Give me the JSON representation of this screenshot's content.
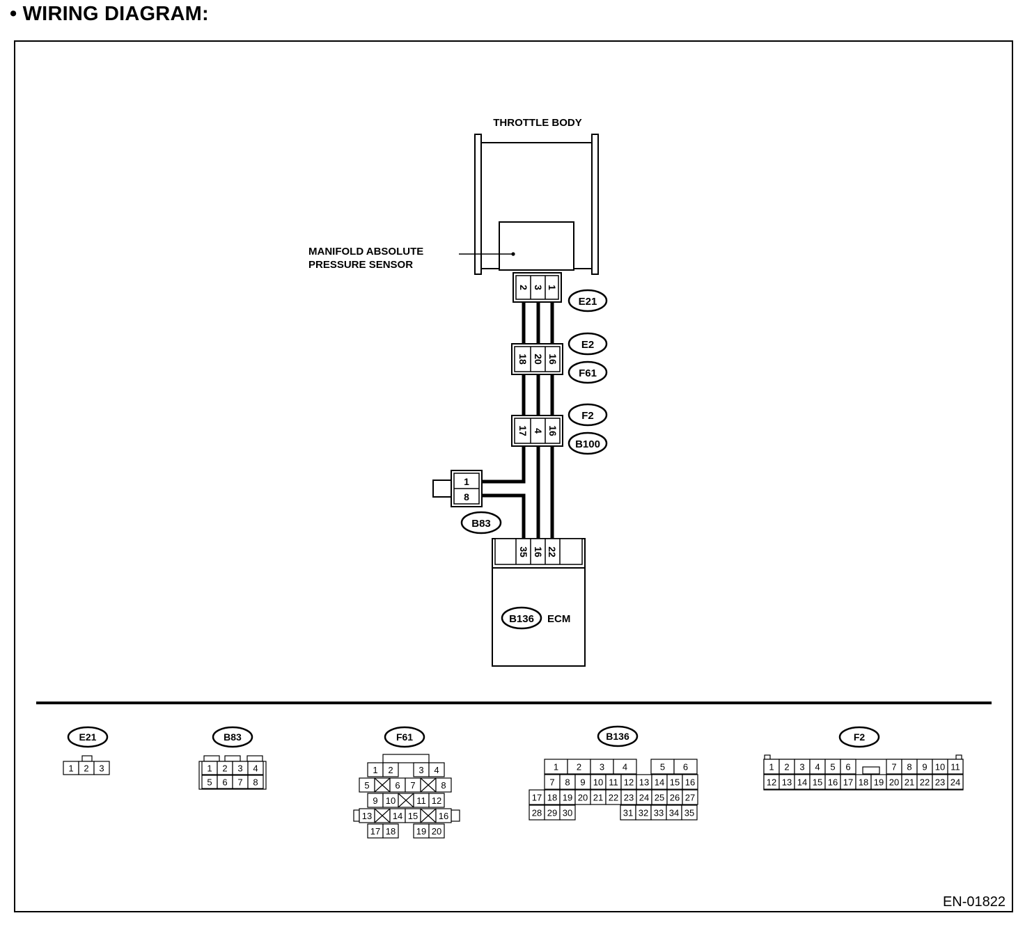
{
  "heading": "•  WIRING DIAGRAM:",
  "figure_id": "EN-01822",
  "labels": {
    "throttle_body": "THROTTLE BODY",
    "sensor_line1": "MANIFOLD ABSOLUTE",
    "sensor_line2": "PRESSURE SENSOR",
    "ecm": "ECM"
  },
  "tags": {
    "e21": "E21",
    "e2": "E2",
    "f61": "F61",
    "f2": "F2",
    "b100": "B100",
    "b83": "B83",
    "b136": "B136"
  },
  "connector_pins": {
    "e21": [
      "2",
      "3",
      "1"
    ],
    "e2_f61": [
      "18",
      "20",
      "16"
    ],
    "f2_b100": [
      "17",
      "4",
      "16"
    ],
    "b83": [
      "1",
      "8"
    ],
    "b136": [
      "35",
      "16",
      "22"
    ]
  },
  "faces": {
    "e21": {
      "title": "E21",
      "pins": [
        "1",
        "2",
        "3"
      ]
    },
    "b83": {
      "title": "B83",
      "row1": [
        "1",
        "2",
        "3",
        "4"
      ],
      "row2": [
        "5",
        "6",
        "7",
        "8"
      ]
    },
    "f61": {
      "title": "F61",
      "row1": [
        "1",
        "2",
        "3",
        "4"
      ],
      "row2": [
        "5",
        "6",
        "7",
        "8"
      ],
      "row3": [
        "9",
        "10",
        "11",
        "12"
      ],
      "row4": [
        "13",
        "14",
        "15",
        "16"
      ],
      "row5": [
        "17",
        "18",
        "19",
        "20"
      ]
    },
    "b136": {
      "title": "B136",
      "row1": [
        "1",
        "2",
        "3",
        "4",
        "5",
        "6"
      ],
      "row2": [
        "7",
        "8",
        "9",
        "10",
        "11",
        "12",
        "13",
        "14",
        "15",
        "16"
      ],
      "row3": [
        "17",
        "18",
        "19",
        "20",
        "21",
        "22",
        "23",
        "24",
        "25",
        "26",
        "27"
      ],
      "row4": [
        "28",
        "29",
        "30",
        "31",
        "32",
        "33",
        "34",
        "35"
      ]
    },
    "f2": {
      "title": "F2",
      "row1": [
        "1",
        "2",
        "3",
        "4",
        "5",
        "6",
        "7",
        "8",
        "9",
        "10",
        "11"
      ],
      "row2": [
        "12",
        "13",
        "14",
        "15",
        "16",
        "17",
        "18",
        "19",
        "20",
        "21",
        "22",
        "23",
        "24"
      ]
    }
  }
}
